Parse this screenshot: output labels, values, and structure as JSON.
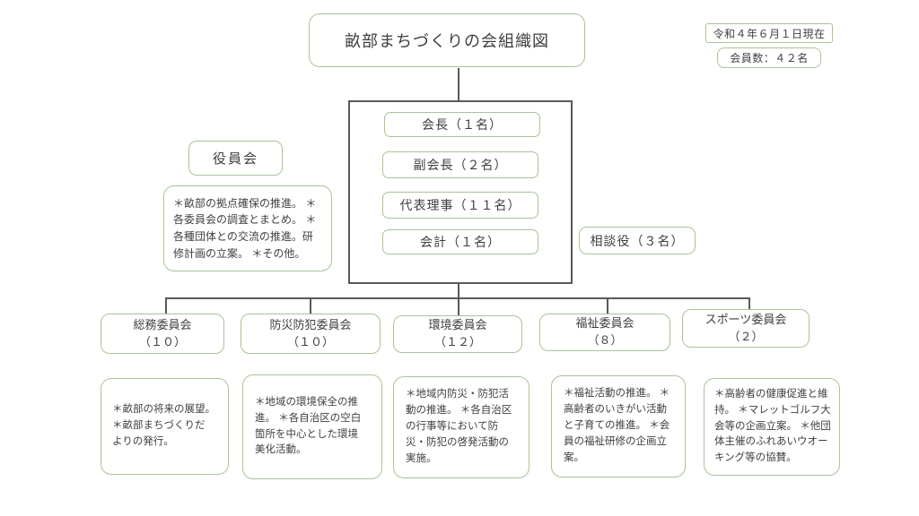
{
  "colors": {
    "accent_green": "#a9c397",
    "line_gray": "#595959",
    "text": "#3f3f3f",
    "background": "#ffffff"
  },
  "page": {
    "title": "畝部まちづくりの会組織図",
    "date_note": "令和４年６月１日現在",
    "member_count": "会員数：４２名"
  },
  "officers": [
    {
      "label": "会長（１名）"
    },
    {
      "label": "副会長（２名）"
    },
    {
      "label": "代表理事（１１名）"
    },
    {
      "label": "会計（１名）"
    }
  ],
  "board": {
    "label": "役員会",
    "duties": "＊畝部の拠点確保の推進。 ＊\n各委員会の調査とまとめ。 ＊\n各種団体との交流の推進。研\n修計画の立案。 ＊その他。"
  },
  "advisor": {
    "label": "相談役（３名）"
  },
  "committees": [
    {
      "name": "総務委員会",
      "count": "（１０）"
    },
    {
      "name": "防災防犯委員会",
      "count": "（１０）"
    },
    {
      "name": "環境委員会",
      "count": "（１２）"
    },
    {
      "name": "福祉委員会",
      "count": "（８）"
    },
    {
      "name": "スポーツ委員会",
      "count": "（２）"
    }
  ],
  "duties": [
    "＊畝部の将来の展望。\n＊畝部まちづくりだ\nよりの発行。",
    "＊地域の環境保全の推\n進。 ＊各自治区の空白\n箇所を中心とした環境\n美化活動。",
    "＊地域内防災・防犯活\n動の推進。 ＊各自治区\nの行事等において防\n災・防犯の啓発活動の\n実施。",
    "＊福祉活動の推進。 ＊\n高齢者のいきがい活動\nと子育ての推進。 ＊会\n員の福祉研修の企画立\n案。",
    "＊高齢者の健康促進と維\n持。 ＊マレットゴルフ大\n会等の企画立案。 ＊他団\n体主催のふれあいウオー\nキング等の協賛。"
  ]
}
